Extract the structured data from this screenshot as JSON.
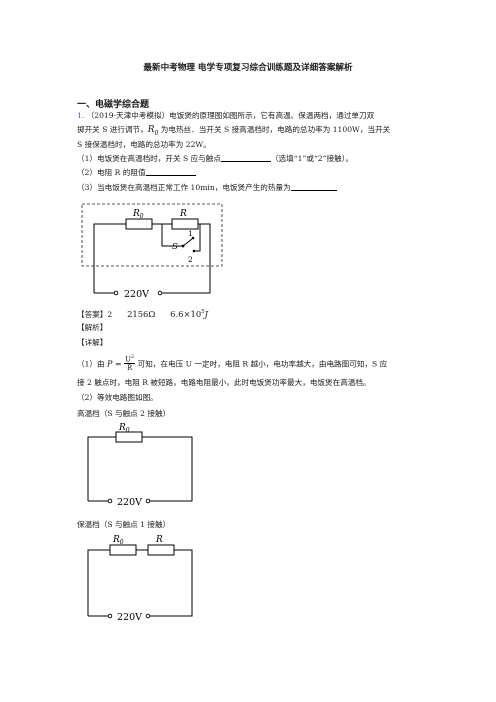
{
  "document": {
    "title": "最新中考物理 电学专项复习综合训练题及详细答案解析",
    "section_heading": "一、电磁学综合题",
    "q_number": "1.",
    "q_line1": "（2019·天津中考模拟）电饭煲的原理图如图所示，它有高温、保温两档，通过单刀双",
    "q_line2a": "掷开关 S 进行调节，",
    "q_line2_R0": "R",
    "q_line2_R0_sub": "0",
    "q_line2b": " 为电热丝．当开关 S 接高温档时，电路的总功率为 1100W，当开关",
    "q_line3": "S 接保温档时，电路的总功率为 22W。",
    "sub1a": "（1）电饭煲在高温档时，开关 S 应与触点",
    "sub1b": "（选填“1”或“2”接触）。",
    "sub2": "（2）电阻 R 的阻值",
    "sub3": "（3）当电饭煲在高温档正常工作 10min，电饭煲产生的热量为",
    "answer_label": "【答案】2",
    "answer_val2": "2156Ω",
    "answer_val3": "6.6×10",
    "answer_val3_exp": "5",
    "answer_val3_unit": "J",
    "analysis_label": "【解析】",
    "detail_label": "【详解】",
    "exp1_prefix": "（1）由",
    "exp1_P": "P =",
    "exp1_num": "U",
    "exp1_num_exp": "2",
    "exp1_den": "R",
    "exp1_rest": "可知，在电压 U 一定时，电阻 R 越小，电功率越大，由电路图可知，S 应",
    "exp2": "接 2 触点时，电阻 R 被短路，电路电阻最小，此时电饭煲功率最大，电饭煲在高温档。",
    "exp3": "（2）等效电路图如图。",
    "high_caption": "高温档（S 与触点 2 接触）",
    "low_caption": "保温档（S 与触点 1 接触）"
  },
  "circuits": {
    "main": {
      "r0_label": "R",
      "r0_sub": "0",
      "r_label": "R",
      "s_label": "S",
      "contact1": "1",
      "contact2": "2",
      "voltage": "220V"
    },
    "high": {
      "r0_label": "R",
      "r0_sub": "0",
      "voltage": "220V"
    },
    "low": {
      "r0_label": "R",
      "r0_sub": "0",
      "r_label": "R",
      "voltage": "220V"
    }
  }
}
